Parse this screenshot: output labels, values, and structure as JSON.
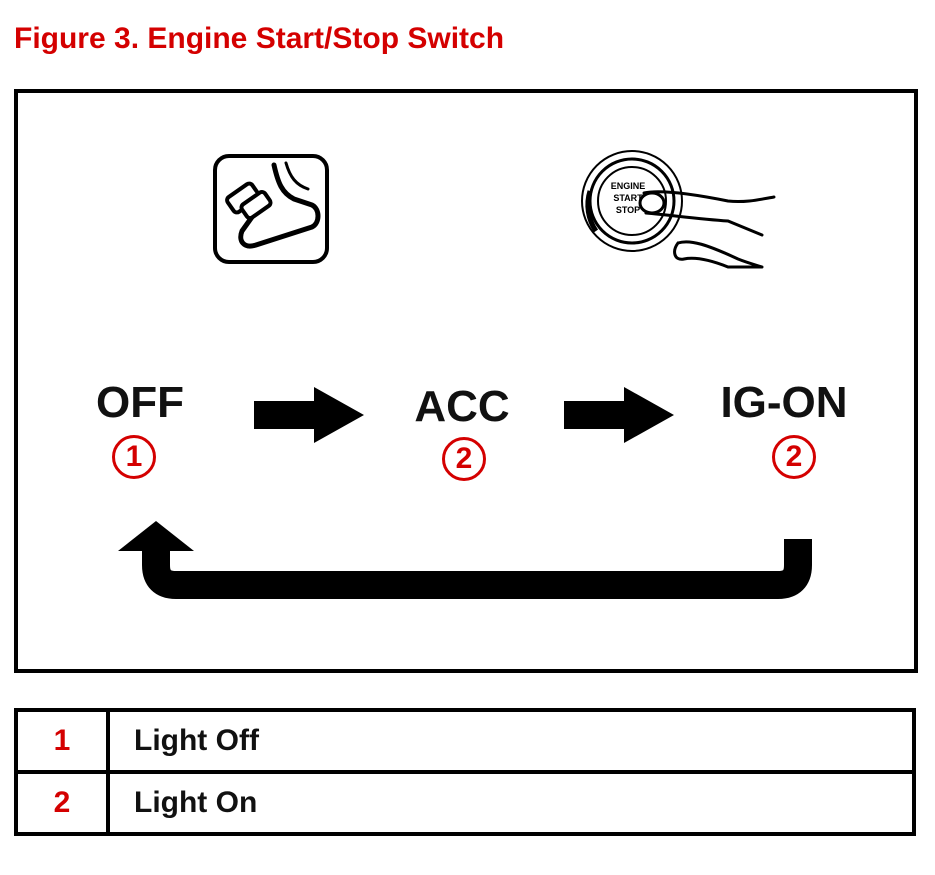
{
  "figure": {
    "title": "Figure 3.  Engine Start/Stop Switch"
  },
  "diagram": {
    "icons": [
      "brake-pedal-icon",
      "push-start-button-icon"
    ],
    "button_text": [
      "ENGINE",
      "START",
      "STOP"
    ],
    "states": [
      {
        "label": "OFF",
        "light": "1"
      },
      {
        "label": "ACC",
        "light": "2"
      },
      {
        "label": "IG-ON",
        "light": "2"
      }
    ]
  },
  "legend": {
    "rows": [
      {
        "number": "1",
        "description": "Light Off"
      },
      {
        "number": "2",
        "description": "Light On"
      }
    ]
  },
  "colors": {
    "accent": "#d40000",
    "ink": "#000000"
  }
}
